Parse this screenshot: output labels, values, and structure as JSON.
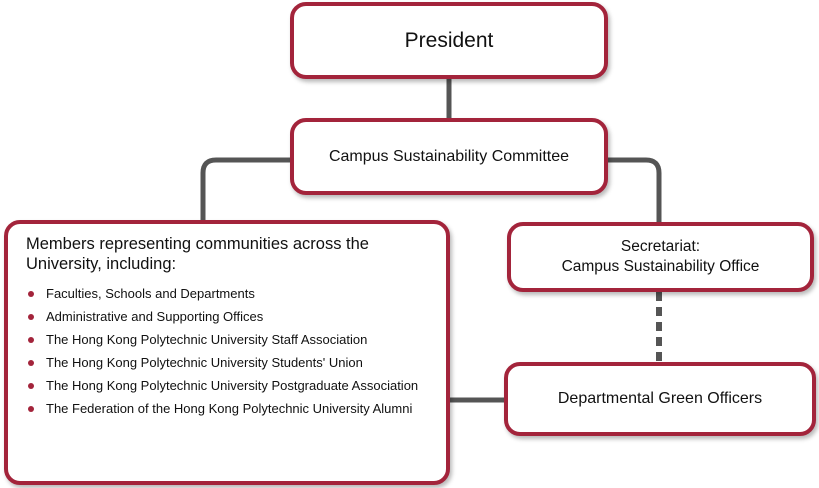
{
  "colors": {
    "border": "#a3243b",
    "connector": "#555555",
    "bullet": "#a3243b"
  },
  "nodes": {
    "president": "President",
    "committee": "Campus Sustainability Committee",
    "secretariat_line1": "Secretariat:",
    "secretariat_line2": "Campus Sustainability Office",
    "green_officers": "Departmental Green Officers",
    "members": {
      "title": "Members representing communities across the University, including:",
      "items": [
        "Faculties, Schools and Departments",
        "Administrative and Supporting Offices",
        "The Hong Kong Polytechnic University Staff Association",
        "The Hong Kong Polytechnic University Students' Union",
        "The Hong Kong Polytechnic University Postgraduate Association",
        "The Federation of the Hong Kong Polytechnic University Alumni"
      ]
    }
  },
  "edges": [
    {
      "from": "President",
      "to": "Campus Sustainability Committee",
      "style": "solid"
    },
    {
      "from": "Campus Sustainability Committee",
      "to": "Members representing communities across the University, including:",
      "style": "solid"
    },
    {
      "from": "Campus Sustainability Committee",
      "to": "Secretariat: Campus Sustainability Office",
      "style": "solid"
    },
    {
      "from": "Secretariat: Campus Sustainability Office",
      "to": "Departmental Green Officers",
      "style": "dashed"
    },
    {
      "from": "Members representing communities across the University, including:",
      "to": "Departmental Green Officers",
      "style": "solid"
    }
  ]
}
